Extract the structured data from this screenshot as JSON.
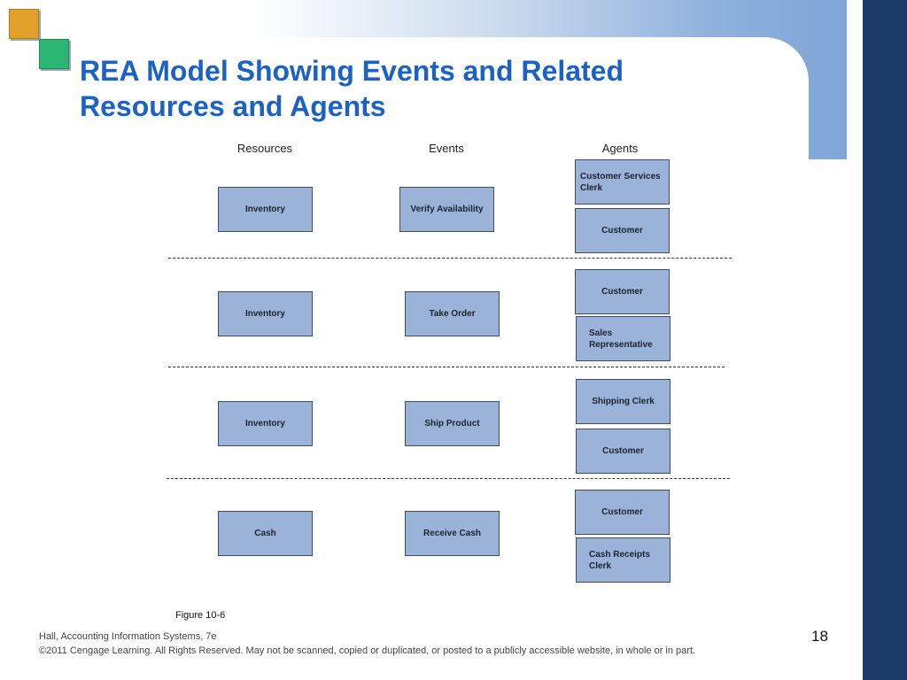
{
  "title": "REA Model Showing Events and Related Resources and Agents",
  "columns": {
    "resources": "Resources",
    "events": "Events",
    "agents": "Agents"
  },
  "rows": [
    {
      "resource": "Inventory",
      "event": "Verify Availability",
      "agents": [
        "Customer Services Clerk",
        "Customer"
      ]
    },
    {
      "resource": "Inventory",
      "event": "Take Order",
      "agents": [
        "Customer",
        "Sales Representative"
      ]
    },
    {
      "resource": "Inventory",
      "event": "Ship Product",
      "agents": [
        "Shipping Clerk",
        "Customer"
      ]
    },
    {
      "resource": "Cash",
      "event": "Receive Cash",
      "agents": [
        "Customer",
        "Cash Receipts Clerk"
      ]
    }
  ],
  "figure_caption": "Figure 10-6",
  "footer": {
    "source": "Hall, Accounting Information Systems, 7e",
    "copyright": "©2011 Cengage Learning. All Rights Reserved. May not be scanned, copied or duplicated, or posted to a publicly accessible website, in whole or in part.",
    "page_number": "18"
  },
  "colors": {
    "title": "#1b62c4",
    "box_fill": "#9bb3d8",
    "right_bar": "#1c3a67",
    "square_orange": "#e0a02a",
    "square_green": "#2bb673"
  }
}
